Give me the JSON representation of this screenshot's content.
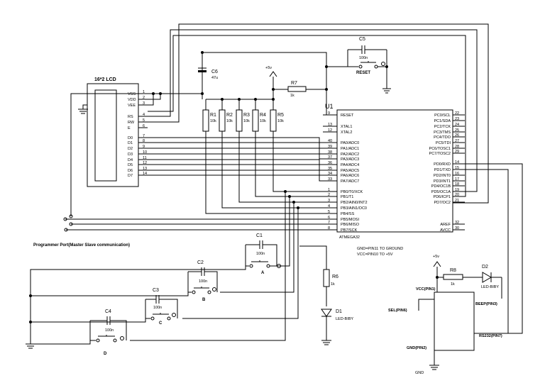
{
  "lcd": {
    "title": "16*2 LCD",
    "pins": [
      {
        "name": "VSS",
        "num": "1"
      },
      {
        "name": "VDD",
        "num": "2"
      },
      {
        "name": "VEE",
        "num": "3"
      },
      {
        "name": "RS",
        "num": "4"
      },
      {
        "name": "RW",
        "num": "5"
      },
      {
        "name": "E",
        "num": "6"
      },
      {
        "name": "D0",
        "num": "7"
      },
      {
        "name": "D1",
        "num": "8"
      },
      {
        "name": "D2",
        "num": "9"
      },
      {
        "name": "D3",
        "num": "10"
      },
      {
        "name": "D4",
        "num": "11"
      },
      {
        "name": "D5",
        "num": "12"
      },
      {
        "name": "D6",
        "num": "13"
      },
      {
        "name": "D7",
        "num": "14"
      }
    ]
  },
  "mcu": {
    "ref": "U1",
    "part": "ATMEGA32",
    "left_pins": [
      {
        "name": "RESET",
        "num": "9"
      },
      {
        "name": "XTAL1",
        "num": "13"
      },
      {
        "name": "XTAL2",
        "num": "12"
      },
      {
        "name": "PA0/ADC0",
        "num": "40"
      },
      {
        "name": "PA1/ADC1",
        "num": "39"
      },
      {
        "name": "PA2/ADC2",
        "num": "38"
      },
      {
        "name": "PA3/ADC3",
        "num": "37"
      },
      {
        "name": "PA4/ADC4",
        "num": "36"
      },
      {
        "name": "PA5/ADC5",
        "num": "35"
      },
      {
        "name": "PA6/ADC6",
        "num": "34"
      },
      {
        "name": "PA7/ADC7",
        "num": "33"
      },
      {
        "name": "PB0/T0/XCK",
        "num": "1"
      },
      {
        "name": "PB1/T1",
        "num": "2"
      },
      {
        "name": "PB2/AIN0/INT2",
        "num": "3"
      },
      {
        "name": "PB3/AIN1/OC0",
        "num": "4"
      },
      {
        "name": "PB4/SS",
        "num": "5"
      },
      {
        "name": "PB5/MOSI",
        "num": "6"
      },
      {
        "name": "PB6/MISO",
        "num": "7"
      },
      {
        "name": "PB7/SCK",
        "num": "8"
      }
    ],
    "right_pins": [
      {
        "name": "PC0/SCL",
        "num": "22"
      },
      {
        "name": "PC1/SDA",
        "num": "23"
      },
      {
        "name": "PC2/TCK",
        "num": "24"
      },
      {
        "name": "PC3/TMS",
        "num": "25"
      },
      {
        "name": "PC4/TDO",
        "num": "26"
      },
      {
        "name": "PC5/TDI",
        "num": "27"
      },
      {
        "name": "PC6/TOSC1",
        "num": "28"
      },
      {
        "name": "PC7/TOSC2",
        "num": "29"
      },
      {
        "name": "PD0/RXD",
        "num": "14"
      },
      {
        "name": "PD1/TXD",
        "num": "15"
      },
      {
        "name": "PD2/INT0",
        "num": "16"
      },
      {
        "name": "PD3/INT1",
        "num": "17"
      },
      {
        "name": "PD4/OC1B",
        "num": "18"
      },
      {
        "name": "PD5/OC1A",
        "num": "19"
      },
      {
        "name": "PD6/ICP1",
        "num": "20"
      },
      {
        "name": "PD7/OC2",
        "num": "21"
      },
      {
        "name": "AREF",
        "num": "32"
      },
      {
        "name": "AVCC",
        "num": "30"
      }
    ]
  },
  "caps": [
    {
      "ref": "C5",
      "value": "100n"
    },
    {
      "ref": "C6",
      "value": "47u"
    },
    {
      "ref": "C1",
      "value": "100n"
    },
    {
      "ref": "C2",
      "value": "100n"
    },
    {
      "ref": "C3",
      "value": "100n"
    },
    {
      "ref": "C4",
      "value": "100n"
    }
  ],
  "resistors": [
    {
      "ref": "R7",
      "value": "1k"
    },
    {
      "ref": "R1",
      "value": "10k"
    },
    {
      "ref": "R2",
      "value": "10k"
    },
    {
      "ref": "R3",
      "value": "10k"
    },
    {
      "ref": "R4",
      "value": "10k"
    },
    {
      "ref": "R5",
      "value": "10k"
    },
    {
      "ref": "R6",
      "value": "1k"
    },
    {
      "ref": "R8",
      "value": "1k"
    }
  ],
  "switches": {
    "reset_label": "RESET",
    "a_label": "A",
    "b_label": "B",
    "c_label": "C",
    "d_label": "D"
  },
  "diodes": [
    {
      "ref": "D1",
      "value": "LED-BIBY"
    },
    {
      "ref": "D2",
      "value": "LED-BIBY"
    }
  ],
  "power": {
    "v5": "+5v",
    "gnd": "GND"
  },
  "programmer_label": "Programmer Port(Master Slave communication)",
  "notes": [
    "GND=PIN11  TO  GROUND",
    "VCC=PIN10  TO  +5V"
  ],
  "module": {
    "vcc": "VCC(PIN1)",
    "sel": "SEL(PIN6)",
    "beep": "BEEP(PIN3)",
    "gnd": "GND(PIN2)",
    "rs232": "RS232(PIN7)"
  }
}
